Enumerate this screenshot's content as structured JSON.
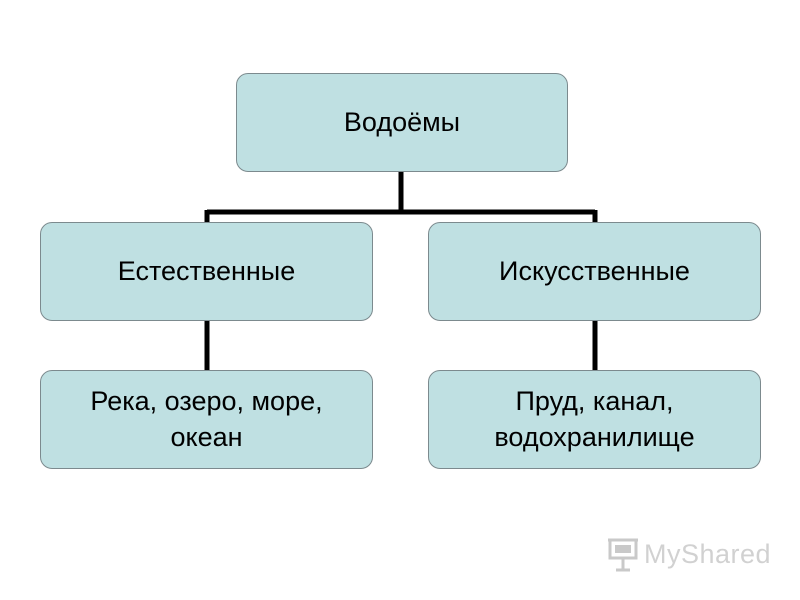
{
  "diagram": {
    "root": {
      "label": "Водоёмы"
    },
    "categories": [
      {
        "label": "Естественные",
        "example": "Река, озеро, море, океан"
      },
      {
        "label": "Искусственные",
        "example": "Пруд, канал, водохранилище"
      }
    ]
  },
  "watermark": {
    "text": "MyShared"
  },
  "colors": {
    "node_fill": "#bfe0e2",
    "node_border": "#7c8a8e",
    "connector": "#000000"
  }
}
